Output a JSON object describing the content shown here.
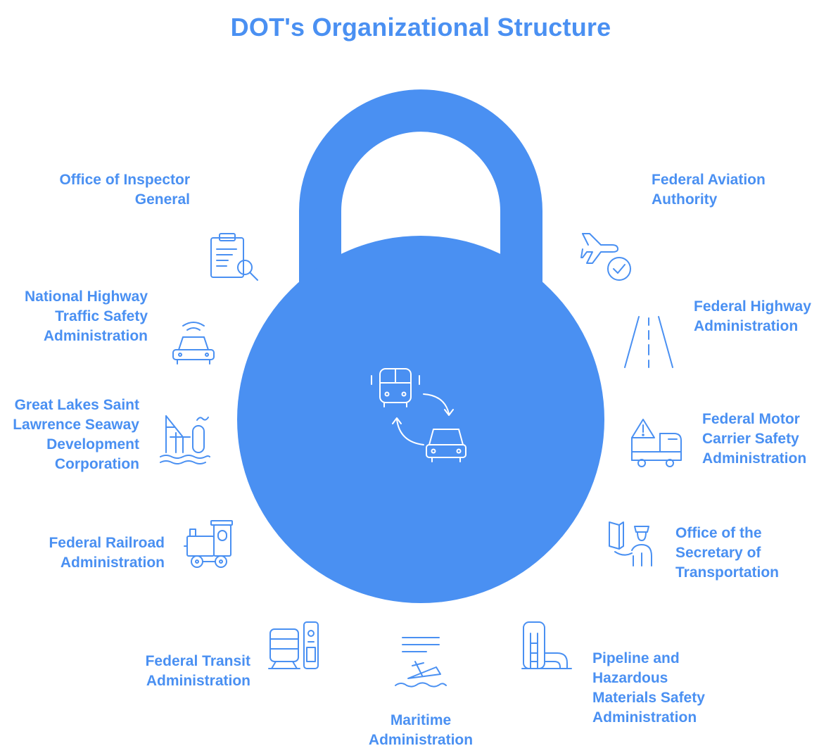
{
  "title": "DOT's Organizational Structure",
  "colors": {
    "accent": "#4a90f2",
    "icon_stroke": "#4a90f2",
    "background": "#ffffff"
  },
  "center_icon": "bus-car-exchange-icon",
  "departments": [
    {
      "label": "Office of Inspector\nGeneral",
      "icon": "clipboard-search-icon"
    },
    {
      "label": "National Highway\nTraffic Safety\nAdministration",
      "icon": "connected-car-icon"
    },
    {
      "label": "Great Lakes Saint\nLawrence Seaway\nDevelopment\nCorporation",
      "icon": "seaway-crane-icon"
    },
    {
      "label": "Federal Railroad\nAdministration",
      "icon": "locomotive-icon"
    },
    {
      "label": "Federal Transit\nAdministration",
      "icon": "train-station-icon"
    },
    {
      "label": "Maritime\nAdministration",
      "icon": "ship-waves-icon"
    },
    {
      "label": "Pipeline and\nHazardous\nMaterials Safety\nAdministration",
      "icon": "pipeline-building-icon"
    },
    {
      "label": "Office of the\nSecretary of\nTransportation",
      "icon": "officer-document-icon"
    },
    {
      "label": "Federal Motor\nCarrier Safety\nAdministration",
      "icon": "truck-warning-icon"
    },
    {
      "label": "Federal Highway\nAdministration",
      "icon": "highway-road-icon"
    },
    {
      "label": "Federal Aviation\nAuthority",
      "icon": "airplane-check-icon"
    }
  ]
}
